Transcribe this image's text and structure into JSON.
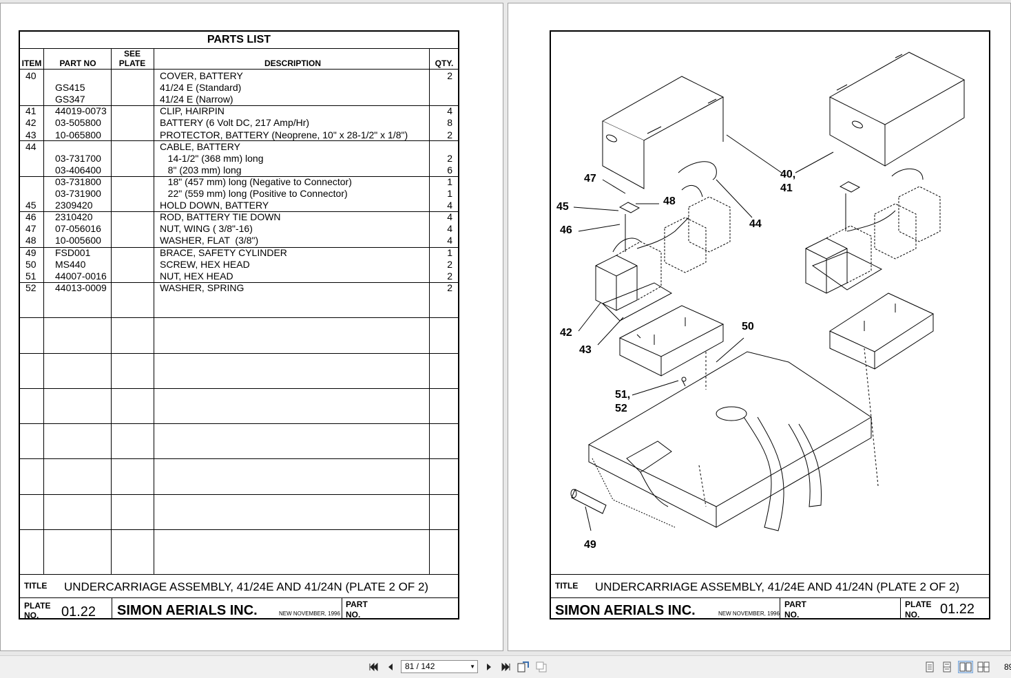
{
  "parts_list": {
    "heading": "PARTS LIST",
    "columns": {
      "item": "ITEM",
      "part_no": "PART NO",
      "see_plate_1": "SEE",
      "see_plate_2": "PLATE",
      "description": "DESCRIPTION",
      "qty": "QTY."
    },
    "rows": [
      {
        "item": "40",
        "part": "",
        "desc": "COVER, BATTERY",
        "qty": "2"
      },
      {
        "item": "",
        "part": "GS415",
        "desc": "41/24 E (Standard)",
        "qty": ""
      },
      {
        "item": "",
        "part": "GS347",
        "desc": "41/24 E (Narrow)",
        "qty": ""
      },
      {
        "item": "41",
        "part": "44019-0073",
        "desc": "CLIP, HAIRPIN",
        "qty": "4"
      },
      {
        "item": "42",
        "part": "03-505800",
        "desc": "BATTERY (6 Volt DC, 217 Amp/Hr)",
        "qty": "8"
      },
      {
        "item": "43",
        "part": "10-065800",
        "desc": "PROTECTOR, BATTERY (Neoprene, 10\" x 28-1/2\" x 1/8\")",
        "qty": "2"
      },
      {
        "item": "44",
        "part": "",
        "desc": "CABLE, BATTERY",
        "qty": ""
      },
      {
        "item": "",
        "part": "03-731700",
        "desc": "   14-1/2\" (368 mm) long",
        "qty": "2"
      },
      {
        "item": "",
        "part": "03-406400",
        "desc": "   8\" (203 mm) long",
        "qty": "6"
      },
      {
        "item": "",
        "part": "03-731800",
        "desc": "   18\" (457 mm) long (Negative to Connector)",
        "qty": "1"
      },
      {
        "item": "",
        "part": "03-731900",
        "desc": "   22\" (559 mm) long (Positive to Connector)",
        "qty": "1"
      },
      {
        "item": "45",
        "part": "2309420",
        "desc": "HOLD DOWN, BATTERY",
        "qty": "4"
      },
      {
        "item": "46",
        "part": "2310420",
        "desc": "ROD, BATTERY TIE DOWN",
        "qty": "4"
      },
      {
        "item": "47",
        "part": "07-056016",
        "desc": "NUT, WING ( 3/8\"-16)",
        "qty": "4"
      },
      {
        "item": "48",
        "part": "10-005600",
        "desc": "WASHER, FLAT  (3/8\")",
        "qty": "4"
      },
      {
        "item": "49",
        "part": "FSD001",
        "desc": "BRACE, SAFETY CYLINDER",
        "qty": "1"
      },
      {
        "item": "50",
        "part": "MS440",
        "desc": "SCREW, HEX HEAD",
        "qty": "2"
      },
      {
        "item": "51",
        "part": "44007-0016",
        "desc": "NUT, HEX HEAD",
        "qty": "2"
      },
      {
        "item": "52",
        "part": "44013-0009",
        "desc": "WASHER, SPRING",
        "qty": "2"
      }
    ]
  },
  "titleblock": {
    "title_label": "TITLE",
    "title": "UNDERCARRIAGE ASSEMBLY, 41/24E AND 41/24N (PLATE 2 OF 2)",
    "plate_label_1": "PLATE",
    "plate_label_2": "NO.",
    "plate_no": "01.22",
    "company": "SIMON AERIALS INC.",
    "new_date": "NEW  NOVEMBER, 1996",
    "part_label_1": "PART",
    "part_label_2": "NO."
  },
  "callouts": [
    "40,",
    "41",
    "44",
    "47",
    "48",
    "45",
    "46",
    "42",
    "43",
    "50",
    "51,",
    "52",
    "49"
  ],
  "viewer": {
    "page_indicator": "81 / 142",
    "zoom": "89",
    "icons": [
      "first-page-icon",
      "prev-page-icon",
      "next-page-icon",
      "last-page-icon",
      "fit-page-icon",
      "fit-width-icon",
      "single-page-icon",
      "continuous-page-icon",
      "facing-pages-icon",
      "continuous-facing-icon"
    ]
  }
}
